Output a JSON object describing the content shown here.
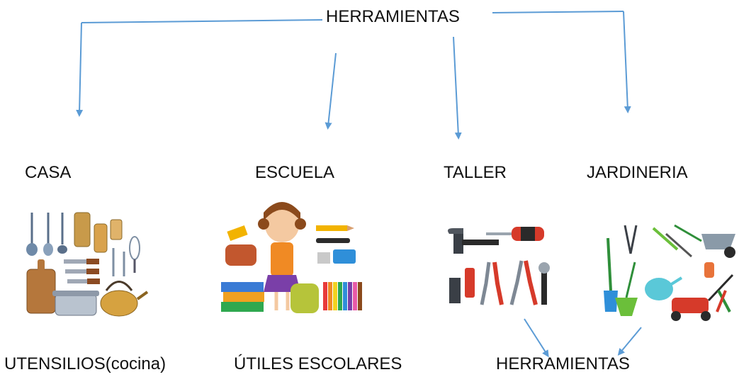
{
  "title": "HERRAMIENTAS",
  "categories": [
    "CASA",
    "ESCUELA",
    "TALLER",
    "JARDINERIA"
  ],
  "bottom_labels": [
    "UTENSILIOS(cocina)",
    "ÚTILES ESCOLARES",
    "HERRAMIENTAS"
  ],
  "colors": {
    "arrow": "#5b9bd5",
    "text": "#111111"
  },
  "images": [
    {
      "name": "kitchen-utensils-illustration"
    },
    {
      "name": "school-supplies-illustration"
    },
    {
      "name": "workshop-tools-illustration"
    },
    {
      "name": "gardening-tools-illustration"
    }
  ]
}
